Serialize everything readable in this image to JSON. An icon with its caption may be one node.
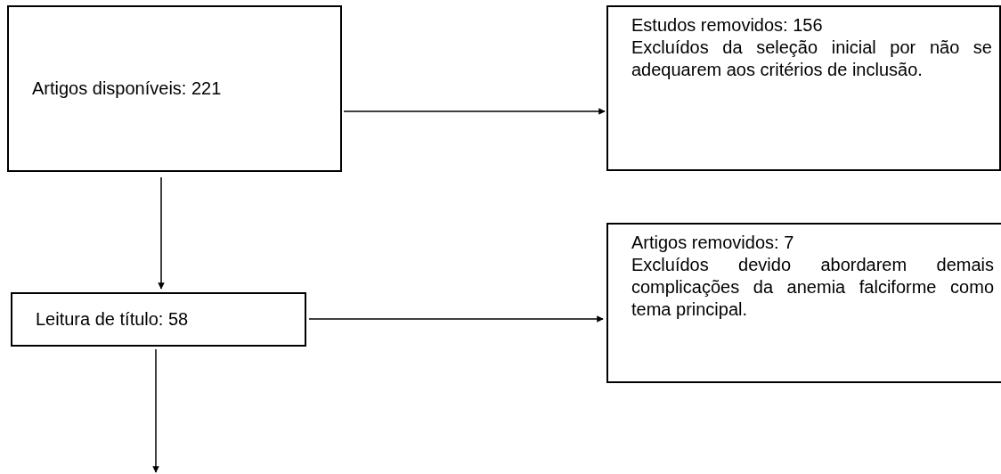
{
  "diagram": {
    "nodes": [
      {
        "text": [
          "Artigos disponíveis: 221"
        ]
      },
      {
        "text": [
          "Estudos removidos: 156",
          "Excluídos da seleção inicial por não se adequarem aos critérios de inclusão."
        ]
      },
      {
        "text": [
          "Leitura de título: 58"
        ]
      },
      {
        "text": [
          "Artigos removidos: 7",
          "Excluídos devido abordarem demais complicações da anemia falciforme como tema principal."
        ]
      }
    ],
    "edges": [
      {
        "from": 0,
        "to": 1,
        "arrow": "to"
      },
      {
        "from": 0,
        "to": 2,
        "arrow": "to"
      },
      {
        "from": 2,
        "to": 3,
        "arrow": "to"
      },
      {
        "from": 2,
        "to": null,
        "arrow": "to"
      }
    ]
  }
}
